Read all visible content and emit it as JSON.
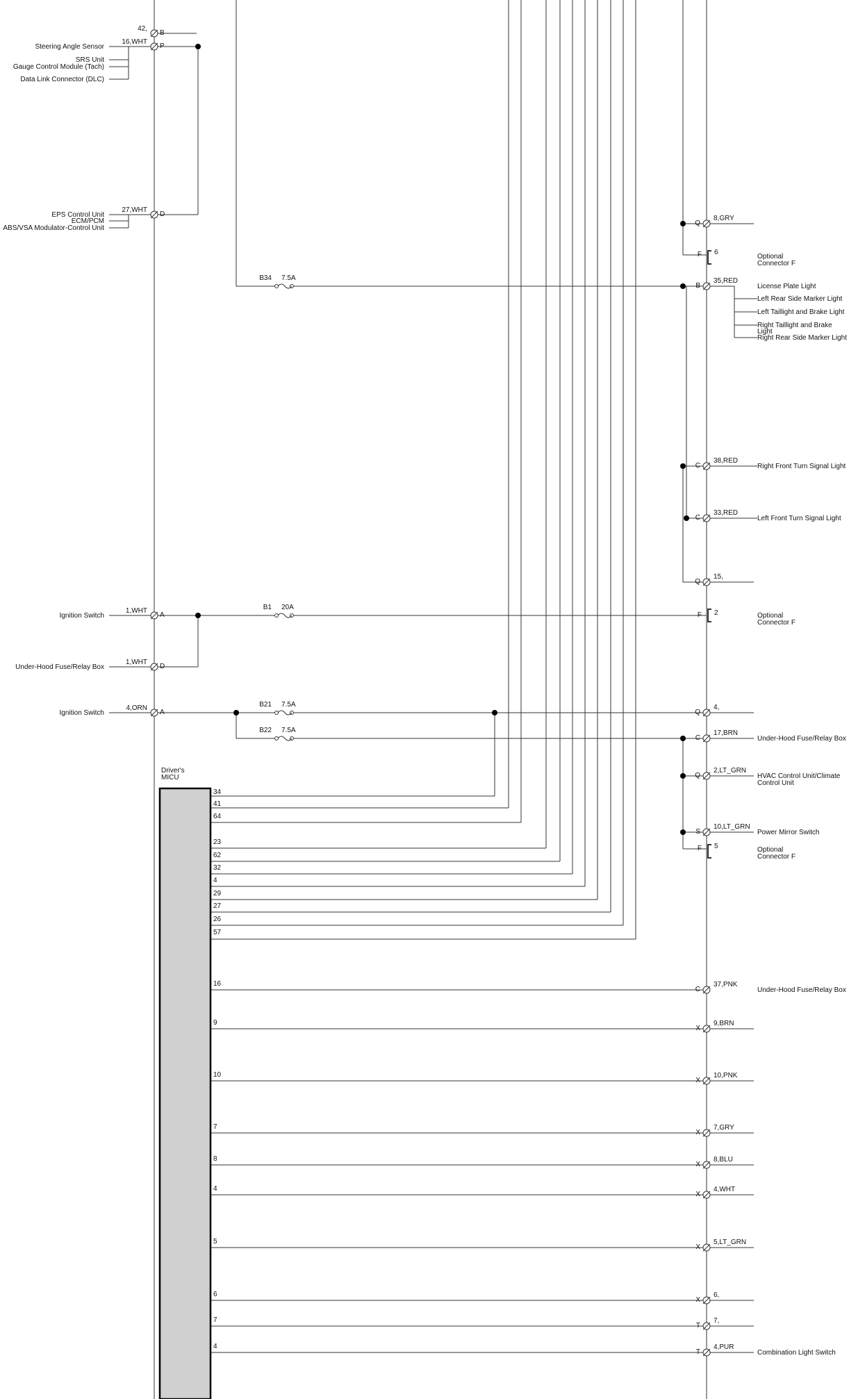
{
  "left_connectors": [
    {
      "id": "lc-steering",
      "wire": "42,",
      "pin": "B",
      "labels": []
    },
    {
      "id": "lc-steering2",
      "wire": "16,WHT",
      "pin": "P",
      "labels": [
        "Steering Angle Sensor",
        "SRS Unit",
        "Gauge Control Module (Tach)",
        "Data Link Connector (DLC)"
      ]
    },
    {
      "id": "lc-eps",
      "wire": "27,WHT",
      "pin": "D",
      "labels": [
        "EPS Control Unit",
        "ECM/PCM",
        "ABS/VSA Modulator-Control Unit"
      ]
    },
    {
      "id": "lc-ign1",
      "wire": "1,WHT",
      "pin": "A",
      "labels": [
        "Ignition Switch"
      ]
    },
    {
      "id": "lc-uh1",
      "wire": "1,WHT",
      "pin": "D",
      "labels": [
        "Under-Hood Fuse/Relay Box"
      ]
    },
    {
      "id": "lc-ign2",
      "wire": "4,ORN",
      "pin": "A",
      "labels": [
        "Ignition Switch"
      ]
    }
  ],
  "fuses": [
    {
      "id": "fuse-b34",
      "name": "B34",
      "rating": "7.5A"
    },
    {
      "id": "fuse-b1",
      "name": "B1",
      "rating": "20A"
    },
    {
      "id": "fuse-b21",
      "name": "B21",
      "rating": "7.5A"
    },
    {
      "id": "fuse-b22",
      "name": "B22",
      "rating": "7.5A"
    }
  ],
  "micu": {
    "title_line1": "Driver's",
    "title_line2": "MICU",
    "pins": [
      "34",
      "41",
      "64",
      "23",
      "62",
      "32",
      "4",
      "29",
      "27",
      "26",
      "57",
      "16",
      "9",
      "10",
      "7",
      "8",
      "4",
      "5",
      "6",
      "7",
      "4"
    ]
  },
  "right_connectors": [
    {
      "id": "rc-1",
      "pin": "Q",
      "wire": "8,GRY",
      "labels": []
    },
    {
      "id": "rc-2",
      "pin": "F",
      "wire": "6",
      "labels": [
        "Optional",
        "Connector F"
      ]
    },
    {
      "id": "rc-3",
      "pin": "B",
      "wire": "35,RED",
      "labels": [
        "License Plate Light",
        "Left Rear Side Marker Light",
        "Left Taillight and Brake Light",
        "Right Taillight and Brake",
        "Light",
        "Right Rear Side Marker Light"
      ]
    },
    {
      "id": "rc-4",
      "pin": "C",
      "wire": "38,RED",
      "labels": [
        "Right Front Turn Signal Light"
      ]
    },
    {
      "id": "rc-5",
      "pin": "C",
      "wire": "33,RED",
      "labels": [
        "Left Front Turn Signal Light"
      ]
    },
    {
      "id": "rc-6",
      "pin": "Q",
      "wire": "15,",
      "labels": []
    },
    {
      "id": "rc-7",
      "pin": "F",
      "wire": "2",
      "labels": [
        "Optional",
        "Connector F"
      ]
    },
    {
      "id": "rc-8",
      "pin": "Q",
      "wire": "4,",
      "labels": []
    },
    {
      "id": "rc-9",
      "pin": "C",
      "wire": "17,BRN",
      "labels": [
        "Under-Hood Fuse/Relay Box"
      ]
    },
    {
      "id": "rc-10",
      "pin": "Q",
      "wire": "2,LT_GRN",
      "labels": [
        "HVAC Control Unit/Climate",
        "Control Unit"
      ]
    },
    {
      "id": "rc-11",
      "pin": "S",
      "wire": "10,LT_GRN",
      "labels": [
        "Power Mirror Switch"
      ]
    },
    {
      "id": "rc-12",
      "pin": "F",
      "wire": "5",
      "labels": [
        "Optional",
        "Connector F"
      ]
    },
    {
      "id": "rc-13",
      "pin": "C",
      "wire": "37,PNK",
      "labels": [
        "Under-Hood Fuse/Relay Box"
      ]
    },
    {
      "id": "rc-14",
      "pin": "X",
      "wire": "9,BRN",
      "labels": []
    },
    {
      "id": "rc-15",
      "pin": "X",
      "wire": "10,PNK",
      "labels": []
    },
    {
      "id": "rc-16",
      "pin": "X",
      "wire": "7,GRY",
      "labels": []
    },
    {
      "id": "rc-17",
      "pin": "X",
      "wire": "8,BLU",
      "labels": []
    },
    {
      "id": "rc-18",
      "pin": "X",
      "wire": "4,WHT",
      "labels": []
    },
    {
      "id": "rc-19",
      "pin": "X",
      "wire": "5,LT_GRN",
      "labels": []
    },
    {
      "id": "rc-20",
      "pin": "X",
      "wire": "6,",
      "labels": []
    },
    {
      "id": "rc-21",
      "pin": "T",
      "wire": "7,",
      "labels": []
    },
    {
      "id": "rc-22",
      "pin": "T",
      "wire": "4,PUR",
      "labels": [
        "Combination Light Switch"
      ]
    }
  ]
}
